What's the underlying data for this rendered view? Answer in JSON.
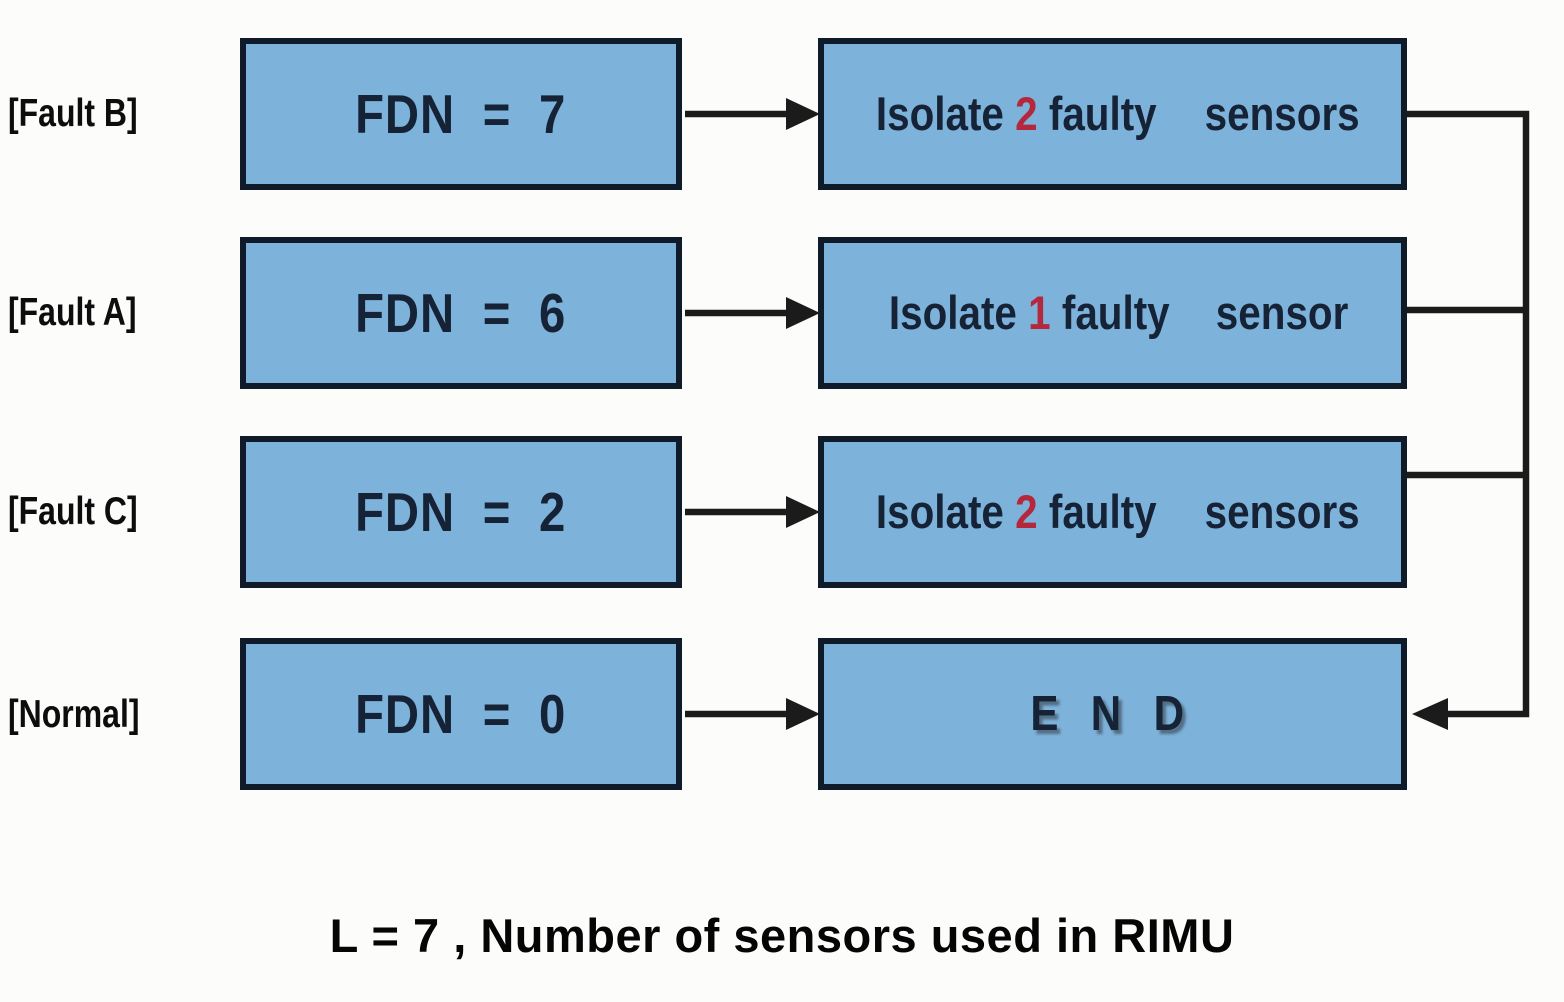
{
  "colors": {
    "box_fill": "#7db2da",
    "box_border": "#0f1b29",
    "box_text": "#162336",
    "highlight_red": "#b5283c",
    "line_black": "#1b1b1b",
    "label_text": "#0d0d0d"
  },
  "rows": [
    {
      "label": "[Fault B]",
      "fdn": "FDN = 7",
      "action": {
        "pre": "Isolate",
        "num": "2",
        "post": "faulty",
        "line2": "sensors"
      }
    },
    {
      "label": "[Fault A]",
      "fdn": "FDN = 6",
      "action": {
        "pre": "Isolate",
        "num": "1",
        "post": "faulty",
        "line2": "sensor"
      }
    },
    {
      "label": "[Fault C]",
      "fdn": "FDN = 2",
      "action": {
        "pre": "Isolate",
        "num": "2",
        "post": "faulty",
        "line2": "sensors"
      }
    },
    {
      "label": "[Normal]",
      "fdn": "FDN = 0",
      "action": {
        "end": "E N D"
      }
    }
  ],
  "caption": "L = 7 , Number of sensors used in RIMU"
}
